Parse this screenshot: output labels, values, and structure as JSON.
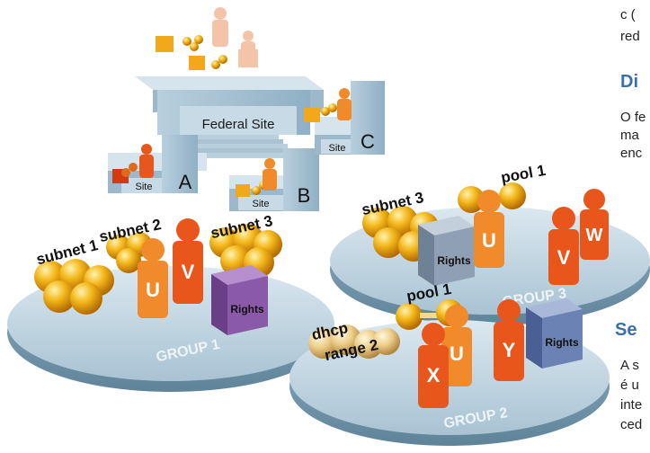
{
  "diagram": {
    "federal_site_label": "Federal Site",
    "site_label": "Site",
    "site_letters": [
      "A",
      "B",
      "C"
    ],
    "group1": {
      "label": "GROUP 1",
      "subnets": [
        "subnet 1",
        "subnet 2",
        "subnet 3"
      ],
      "users": [
        "U",
        "V"
      ],
      "rights": "Rights"
    },
    "group2": {
      "label": "GROUP 2",
      "pool": "pool 1",
      "dhcp": [
        "dhcp",
        "range 2"
      ],
      "users": [
        "X",
        "U",
        "Y"
      ],
      "rights": "Rights"
    },
    "group3": {
      "label": "GROUP 3",
      "subnet": "subnet 3",
      "pool": "pool 1",
      "users": [
        "U",
        "V",
        "W"
      ],
      "rights": "Rights"
    }
  },
  "sidebar": {
    "line1": "c (",
    "line2": "red",
    "heading1": "Di",
    "para1": [
      "O fe",
      " ma",
      " enc"
    ],
    "heading2": "Se",
    "para2": [
      " A s",
      "é u",
      "inte",
      "ced"
    ]
  },
  "colors": {
    "disc_light": "#c9dde9",
    "disc_dark": "#7fa2b7",
    "person_orange": "#e8561c",
    "person_light": "#f08a2a",
    "sphere": "#f4b81c",
    "rights_purple": "#8a5aa8",
    "rights_gray": "#8fa0b4",
    "rights_blue": "#6b82b4",
    "heading_blue": "#3a6fa8"
  }
}
